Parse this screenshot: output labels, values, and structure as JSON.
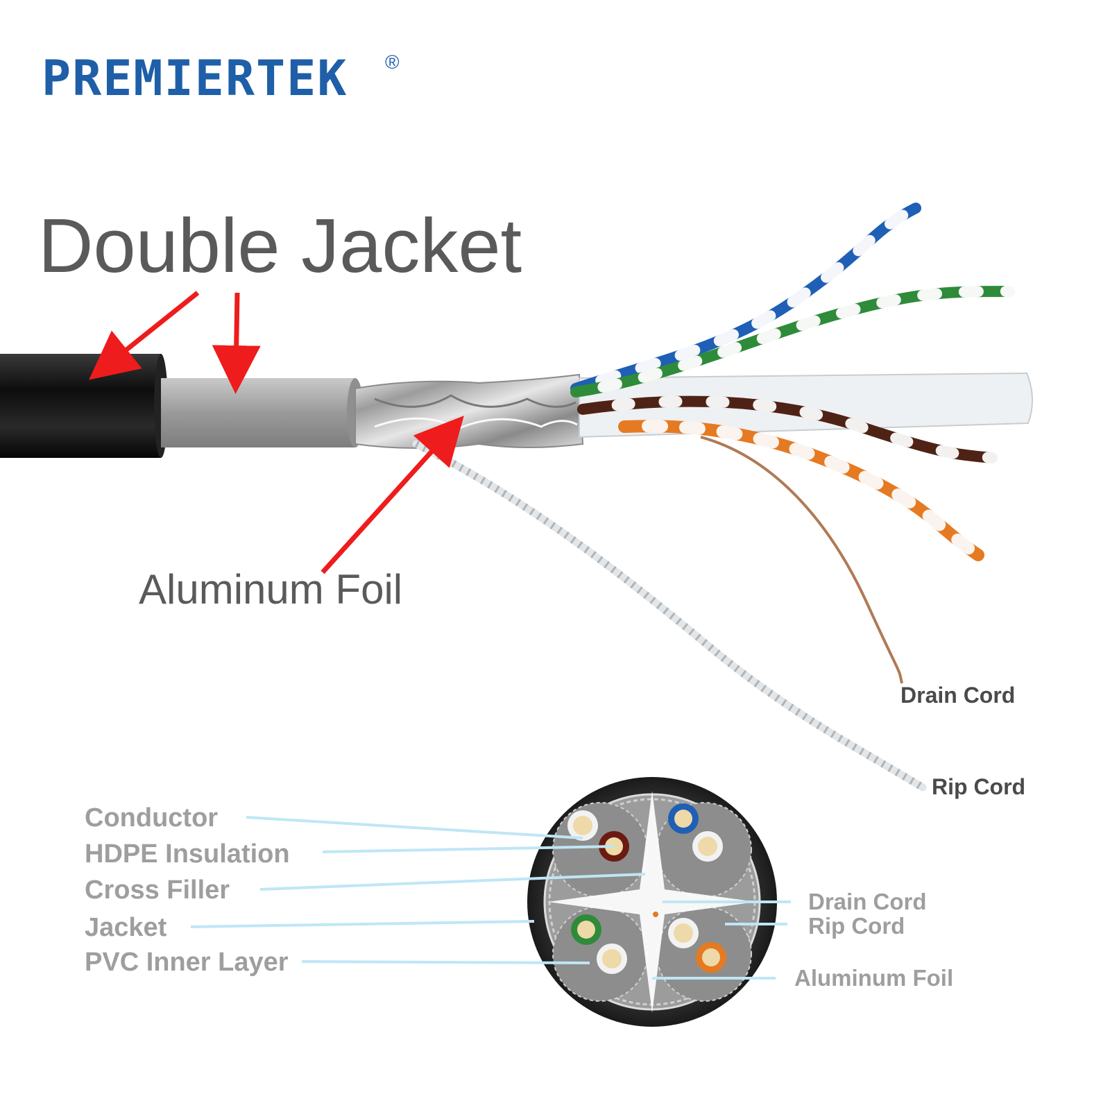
{
  "logo": {
    "brand": "PREMIERTEK",
    "reg": "®"
  },
  "title": "Double Jacket",
  "callouts": {
    "aluminum_foil": "Aluminum Foil",
    "drain_cord": "Drain Cord",
    "rip_cord": "Rip Cord"
  },
  "cross_section": {
    "left_labels": [
      "Conductor",
      "HDPE Insulation",
      "Cross Filler",
      "Jacket",
      "PVC Inner Layer"
    ],
    "right_labels": [
      "Drain Cord",
      "Rip Cord",
      "Aluminum Foil"
    ]
  },
  "colors": {
    "arrow": "#ee1c1c",
    "leader": "#bfe6f5",
    "outer_jacket": "#1a1a1a",
    "inner_jacket": "#9a9a9a",
    "foil": "#c8c8c8",
    "pair_blue": "#1f5fb5",
    "pair_green": "#2e8b3a",
    "pair_brown": "#5a2a1a",
    "pair_orange": "#e57a22"
  }
}
